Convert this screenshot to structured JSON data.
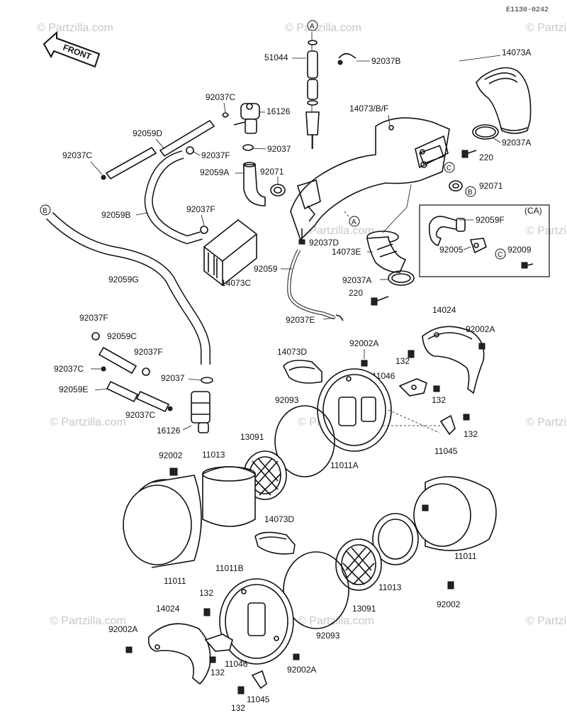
{
  "diagram": {
    "ref_code": "E1130-0242",
    "front_label": "FRONT",
    "watermark": "© Partzilla.com",
    "ca_label": "(CA)",
    "callouts": {
      "a": "A",
      "b": "B",
      "c": "C"
    },
    "parts": {
      "p51044": "51044",
      "p92037B": "92037B",
      "p14073A": "14073A",
      "p92037C_top": "92037C",
      "p16126_top": "16126",
      "p14073BF": "14073/B/F",
      "p92059D": "92059D",
      "p92037C_left": "92037C",
      "p92037F_mid": "92037F",
      "p92037_top": "92037",
      "p92037A_top": "92037A",
      "p220_top": "220",
      "p92059A": "92059A",
      "p92071_mid": "92071",
      "p92071_right": "92071",
      "p92059B": "92059B",
      "p92037F_left": "92037F",
      "p92059F": "92059F",
      "p92005": "92005",
      "p92009": "92009",
      "p92037D": "92037D",
      "p14073E": "14073E",
      "p14073C": "14073C",
      "p92059": "92059",
      "p92037A_mid": "92037A",
      "p220_mid": "220",
      "p92059G": "92059G",
      "p92037E": "92037E",
      "p14024_top": "14024",
      "p92002A_top": "92002A",
      "p92037F_low": "92037F",
      "p92059C": "92059C",
      "p92037F_low2": "92037F",
      "p92002A_mid": "92002A",
      "p14073D_top": "14073D",
      "p132_a": "132",
      "p92037C_low": "92037C",
      "p11046_top": "11046",
      "p92037_low": "92037",
      "p132_b": "132",
      "p92059E": "92059E",
      "p92093_top": "92093",
      "p92037C_low2": "92037C",
      "p132_c": "132",
      "p16126_low": "16126",
      "p11045_top": "11045",
      "p13091_top": "13091",
      "p92002": "92002",
      "p11013_left": "11013",
      "p11011A": "11011A",
      "p14073D_low": "14073D",
      "p11011_right": "11011",
      "p11011_left": "11011",
      "p11011B": "11011B",
      "p11013_right": "11013",
      "p132_d": "132",
      "p13091_low": "13091",
      "p92002_right": "92002",
      "p14024_low": "14024",
      "p92002A_low": "92002A",
      "p92093_low": "92093",
      "p132_e": "132",
      "p11046_low": "11046",
      "p92002A_bot": "92002A",
      "p132_f": "132",
      "p11045_low": "11045"
    }
  }
}
